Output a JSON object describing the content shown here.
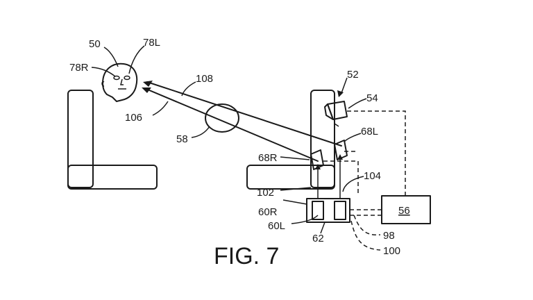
{
  "figure": {
    "caption": "FIG. 7"
  },
  "reference_numerals": {
    "occupant": "50",
    "eye_left": "78L",
    "eye_right": "78R",
    "projector": "52",
    "camera": "54",
    "controller": "56",
    "lens": "58",
    "source_right": "60R",
    "source_left": "60L",
    "light_unit": "62",
    "mirror_right": "68R",
    "mirror_left": "68L",
    "line_98": "98",
    "line_100": "100",
    "beam_102": "102",
    "beam_104": "104",
    "beam_106": "106",
    "beam_108": "108"
  },
  "colors": {
    "ink": "#1a1a1a",
    "background": "#ffffff"
  }
}
